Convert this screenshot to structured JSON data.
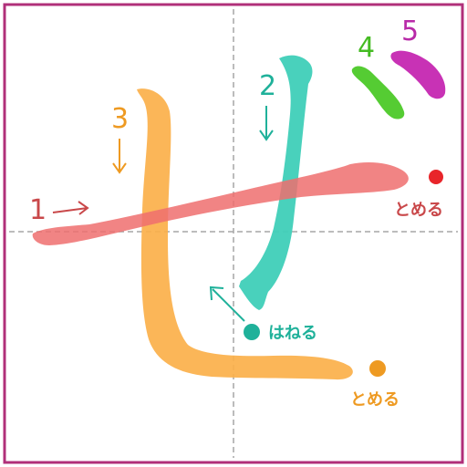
{
  "colors": {
    "border": "#b0307a",
    "guide": "#a6a6a6",
    "stroke1": "#ee6f6f",
    "stroke2": "#3fcfb8",
    "stroke3": "#fbb04a",
    "stroke4": "#55cc33",
    "stroke5": "#c832b5",
    "label1": "#c9484a",
    "label2": "#1fb19a",
    "label3": "#ee9a22",
    "label4": "#44bb22",
    "label5": "#b82aa8"
  },
  "strokes": [
    {
      "order": "1",
      "direction_arrow": "right-arrow",
      "ending": "とめる"
    },
    {
      "order": "2",
      "direction_arrow": "down-arrow",
      "ending": "はねる"
    },
    {
      "order": "3",
      "direction_arrow": "down-arrow",
      "ending": "とめる"
    },
    {
      "order": "4"
    },
    {
      "order": "5"
    }
  ]
}
